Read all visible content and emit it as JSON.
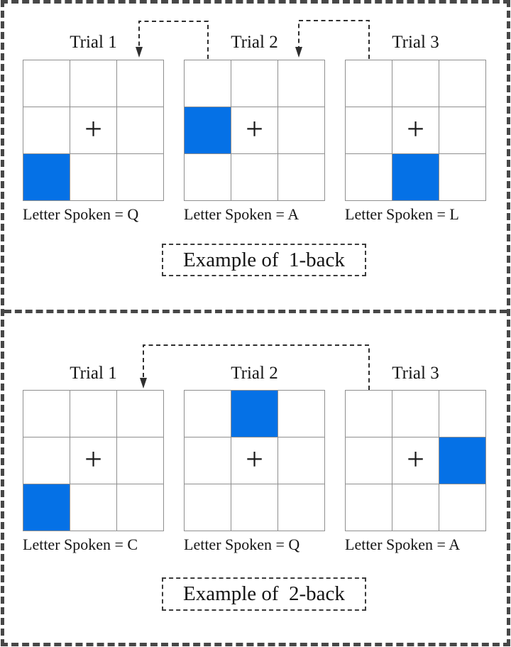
{
  "figure": {
    "fixation_cross": "+"
  },
  "colors": {
    "highlight_blue": "#0571e6",
    "grid_line": "#8f8f8f",
    "dashed_border": "#474747",
    "arrow": "#2f2f2f"
  },
  "panels": [
    {
      "name": "1-back",
      "example_label": "Example of  1-back",
      "trials": [
        {
          "label": "Trial 1",
          "caption": "Letter Spoken = Q",
          "highlight_row": 2,
          "highlight_col": 0
        },
        {
          "label": "Trial 2",
          "caption": "Letter Spoken = A",
          "highlight_row": 1,
          "highlight_col": 0
        },
        {
          "label": "Trial 3",
          "caption": "Letter Spoken = L",
          "highlight_row": 2,
          "highlight_col": 1
        }
      ]
    },
    {
      "name": "2-back",
      "example_label": "Example of  2-back",
      "trials": [
        {
          "label": "Trial 1",
          "caption": "Letter Spoken = C",
          "highlight_row": 2,
          "highlight_col": 0
        },
        {
          "label": "Trial 2",
          "caption": "Letter Spoken = Q",
          "highlight_row": 0,
          "highlight_col": 1
        },
        {
          "label": "Trial 3",
          "caption": "Letter Spoken = A",
          "highlight_row": 1,
          "highlight_col": 2
        }
      ]
    }
  ]
}
